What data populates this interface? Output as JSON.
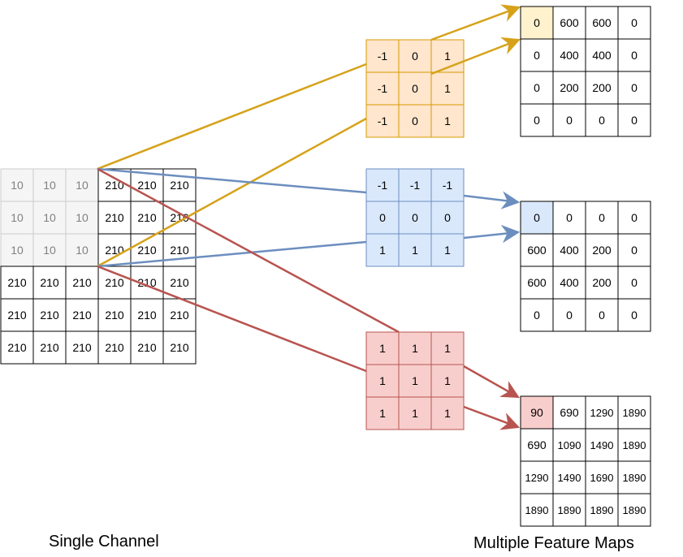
{
  "input": {
    "label": "Single Channel",
    "rows": [
      [
        "10",
        "10",
        "10",
        "210",
        "210",
        "210"
      ],
      [
        "10",
        "10",
        "10",
        "210",
        "210",
        "210"
      ],
      [
        "10",
        "10",
        "10",
        "210",
        "210",
        "210"
      ],
      [
        "210",
        "210",
        "210",
        "210",
        "210",
        "210"
      ],
      [
        "210",
        "210",
        "210",
        "210",
        "210",
        "210"
      ],
      [
        "210",
        "210",
        "210",
        "210",
        "210",
        "210"
      ]
    ]
  },
  "kernels": [
    {
      "name": "vertical-edge",
      "color": "#d6a21a",
      "fill": "#ffe6cc",
      "stroke": "#d79b00",
      "rows": [
        [
          "-1",
          "0",
          "1"
        ],
        [
          "-1",
          "0",
          "1"
        ],
        [
          "-1",
          "0",
          "1"
        ]
      ]
    },
    {
      "name": "horizontal-edge",
      "color": "#6c8ebf",
      "fill": "#dae8fc",
      "stroke": "#6c8ebf",
      "rows": [
        [
          "-1",
          "-1",
          "-1"
        ],
        [
          "0",
          "0",
          "0"
        ],
        [
          "1",
          "1",
          "1"
        ]
      ]
    },
    {
      "name": "sum",
      "color": "#b85450",
      "fill": "#f8cecc",
      "stroke": "#b85450",
      "rows": [
        [
          "1",
          "1",
          "1"
        ],
        [
          "1",
          "1",
          "1"
        ],
        [
          "1",
          "1",
          "1"
        ]
      ]
    }
  ],
  "feature_maps": {
    "label": "Multiple Feature Maps",
    "maps": [
      {
        "highlight": "#fff2cc",
        "rows": [
          [
            "0",
            "600",
            "600",
            "0"
          ],
          [
            "0",
            "400",
            "400",
            "0"
          ],
          [
            "0",
            "200",
            "200",
            "0"
          ],
          [
            "0",
            "0",
            "0",
            "0"
          ]
        ]
      },
      {
        "highlight": "#dae8fc",
        "rows": [
          [
            "0",
            "0",
            "0",
            "0"
          ],
          [
            "600",
            "400",
            "200",
            "0"
          ],
          [
            "600",
            "400",
            "200",
            "0"
          ],
          [
            "0",
            "0",
            "0",
            "0"
          ]
        ]
      },
      {
        "highlight": "#f8cecc",
        "rows": [
          [
            "90",
            "690",
            "1290",
            "1890"
          ],
          [
            "690",
            "1090",
            "1490",
            "1890"
          ],
          [
            "1290",
            "1490",
            "1690",
            "1890"
          ],
          [
            "1890",
            "1890",
            "1890",
            "1890"
          ]
        ]
      }
    ]
  }
}
